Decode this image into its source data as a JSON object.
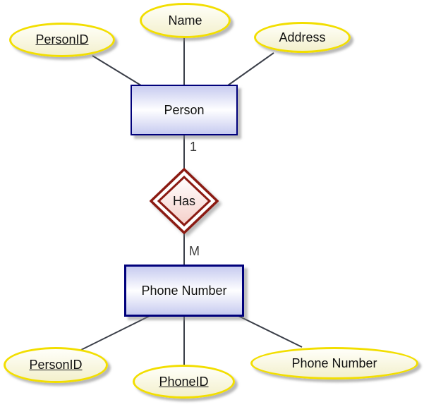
{
  "colors": {
    "background": "#ffffff",
    "attribute_border": "#f2de00",
    "attribute_fill_top": "#fffff9",
    "attribute_fill_bottom": "#f3f0cd",
    "entity_border": "#00007b",
    "entity_fill_edge": "#c7cbf0",
    "entity_fill_mid": "#fefeff",
    "relationship_border": "#8b1a12",
    "relationship_fill_top": "#ffffff",
    "relationship_fill_bottom": "#f5cfc9",
    "connector": "#3a3e48",
    "text": "#111111",
    "cardinality_text": "#3d3d3d"
  },
  "entities": {
    "person": {
      "label": "Person"
    },
    "phone_number": {
      "label": "Phone Number"
    }
  },
  "relationships": {
    "has": {
      "label": "Has",
      "person_cardinality": "1",
      "phone_number_cardinality": "M"
    }
  },
  "attributes": {
    "person_id_top": {
      "label": "PersonID",
      "key": true
    },
    "name": {
      "label": "Name",
      "key": false
    },
    "address": {
      "label": "Address",
      "key": false
    },
    "person_id_bottom": {
      "label": "PersonID",
      "key": true
    },
    "phone_id": {
      "label": "PhoneID",
      "key": true
    },
    "phone_number": {
      "label": "Phone Number",
      "key": false
    }
  }
}
